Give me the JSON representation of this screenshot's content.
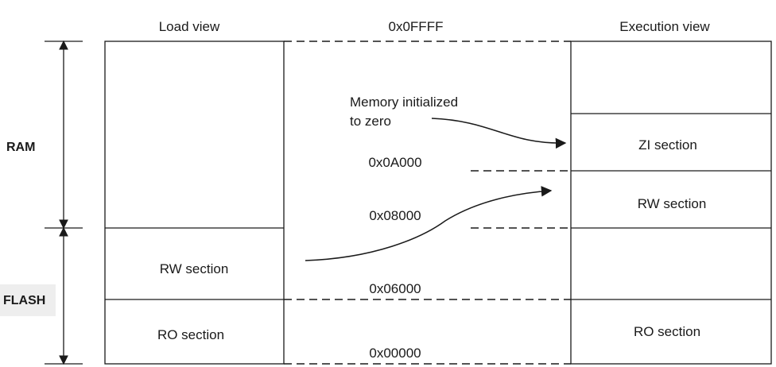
{
  "headers": {
    "load_view": "Load view",
    "top_address": "0x0FFFF",
    "execution_view": "Execution view"
  },
  "side_labels": {
    "ram": "RAM",
    "flash": "FLASH"
  },
  "annotation": {
    "line1": "Memory initialized",
    "line2": "to zero"
  },
  "addresses": {
    "a0A000": "0x0A000",
    "a08000": "0x08000",
    "a06000": "0x06000",
    "a00000": "0x00000"
  },
  "load_sections": {
    "rw": "RW section",
    "ro": "RO section"
  },
  "exec_sections": {
    "zi": "ZI section",
    "rw": "RW section",
    "ro": "RO section"
  }
}
